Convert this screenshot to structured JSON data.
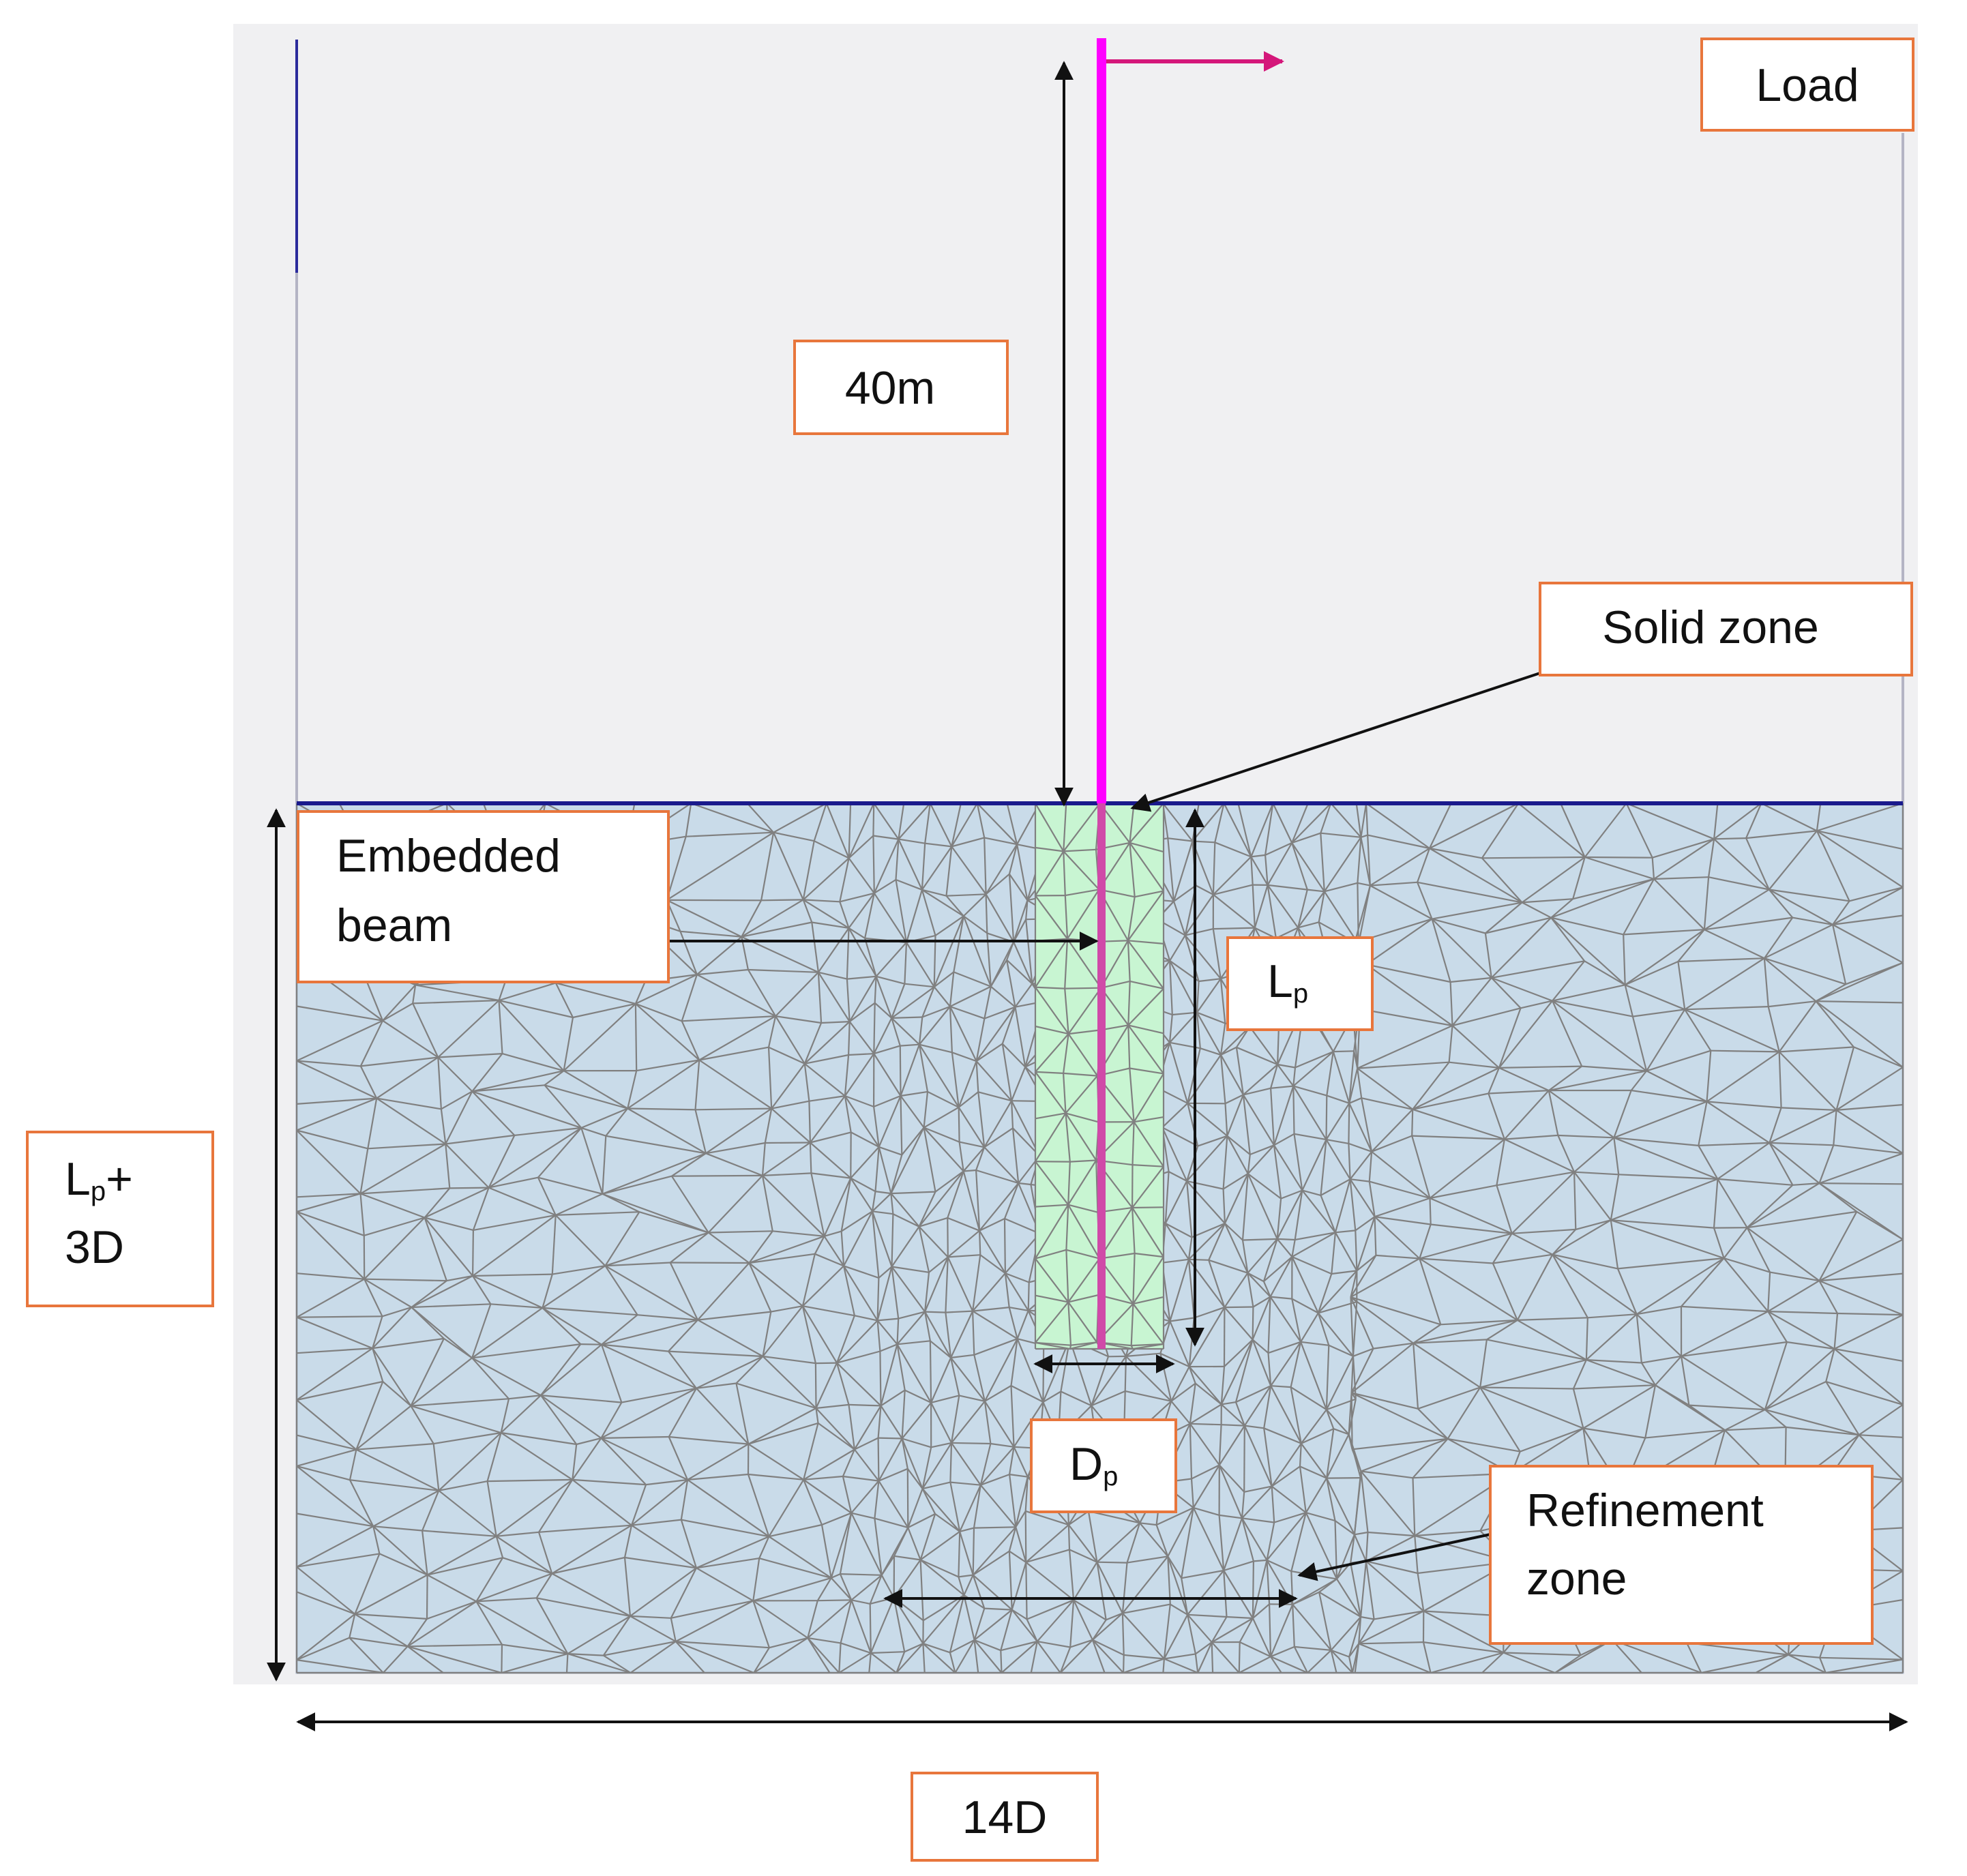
{
  "labels": {
    "load": "Load",
    "height_40m": "40m",
    "solid_zone": "Solid zone",
    "embedded_beam_line1": "Embedded",
    "embedded_beam_line2": "beam",
    "pile_length": "L",
    "pile_length_sub": "p",
    "depth_line1_main": "L",
    "depth_line1_sub": "p",
    "depth_line1_suffix": "+",
    "depth_line2": "3D",
    "pile_diameter": "D",
    "pile_diameter_sub": "p",
    "refinement_line1": "Refinement",
    "refinement_line2": "zone",
    "width_14d": "14D"
  },
  "colors": {
    "background_panel": "#f0f0f2",
    "soil_fill": "#c9dbe9",
    "mesh_lines": "#808080",
    "pile": "#ff00ff",
    "load_arrow": "#d4177a",
    "solid_zone_fill": "#c8f5d2",
    "ground_surface": "#1a1a8c",
    "label_border": "#e8763c",
    "dimension_arrows": "#111111"
  },
  "icons": {
    "load_arrow": "arrow-right-icon"
  }
}
